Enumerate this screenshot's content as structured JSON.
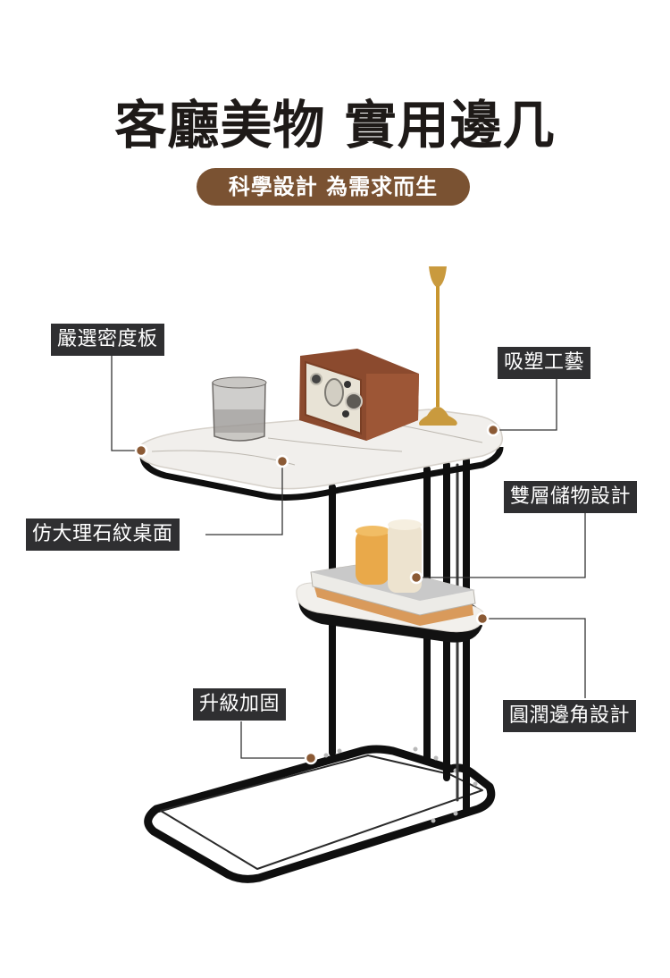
{
  "header": {
    "title": "客廳美物 實用邊几",
    "subtitle": "科學設計 為需求而生"
  },
  "colors": {
    "title_text": "#1e1a18",
    "subtitle_bg": "#7a5232",
    "label_bg": "#2f2f31",
    "label_text": "#ffffff",
    "callout_dot": "#8b5a35",
    "frame_black": "#111111",
    "marble_top": "#f1efec"
  },
  "callouts": [
    {
      "id": "density-board",
      "label": "嚴選密度板"
    },
    {
      "id": "blister-process",
      "label": "吸塑工藝"
    },
    {
      "id": "double-storage",
      "label": "雙層儲物設計"
    },
    {
      "id": "marble-top",
      "label": "仿大理石紋桌面"
    },
    {
      "id": "reinforced",
      "label": "升級加固"
    },
    {
      "id": "rounded-corner",
      "label": "圓潤邊角設計"
    }
  ],
  "product": {
    "name": "C-shaped side table",
    "items_on_top": [
      "glass-cup",
      "wooden-radio",
      "gold-candlestick"
    ],
    "items_on_shelf": [
      "books",
      "pillar-candles"
    ]
  }
}
